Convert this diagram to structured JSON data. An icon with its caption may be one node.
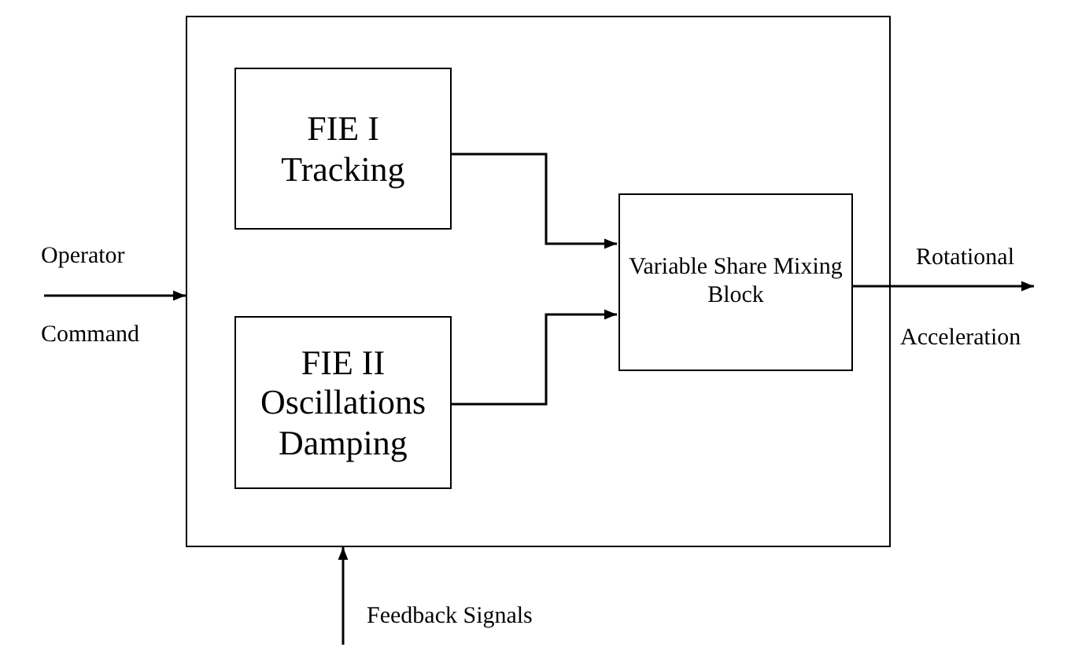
{
  "diagram": {
    "nodes": [
      {
        "text": [],
        "shape": "box"
      },
      {
        "text": [
          "FIE I Tracking"
        ],
        "in": 0
      },
      {
        "text": [
          "FIE II Oscillations Damping"
        ],
        "in": 0
      },
      {
        "text": [
          "Variable Share Mixing Block"
        ],
        "in": 0
      }
    ],
    "edges": [
      {
        "from": null,
        "to": 0,
        "arrow": "to"
      },
      {
        "from": 1,
        "to": 3,
        "arrow": "to"
      },
      {
        "from": 2,
        "to": 3,
        "arrow": "to"
      },
      {
        "from": 3,
        "to": null,
        "arrow": "to"
      },
      {
        "from": null,
        "to": 0,
        "arrow": "to"
      }
    ],
    "labels": [
      "Operator",
      "Command",
      "Rotational",
      "Acceleration",
      "Feedback Signals"
    ]
  }
}
